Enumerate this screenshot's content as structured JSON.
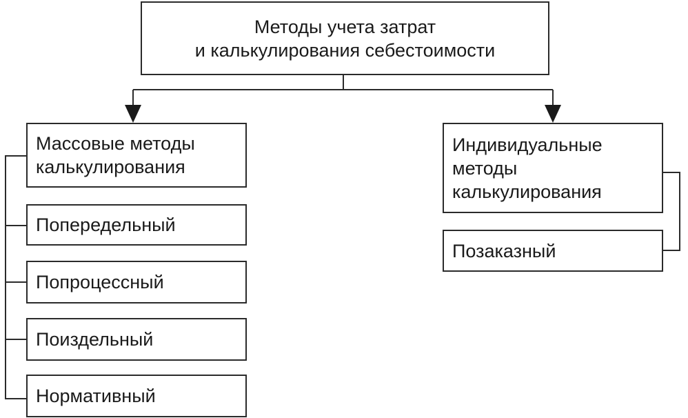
{
  "root": {
    "title": "Методы учета затрат\nи калькулирования себестоимости"
  },
  "mass": {
    "title": "Массовые методы\nкалькулирования",
    "items": [
      "Попередельный",
      "Попроцессный",
      "Поиздельный",
      "Нормативный"
    ]
  },
  "individual": {
    "title": "Индивидуальные\nметоды\nкалькулирования",
    "items": [
      "Позаказный"
    ]
  }
}
